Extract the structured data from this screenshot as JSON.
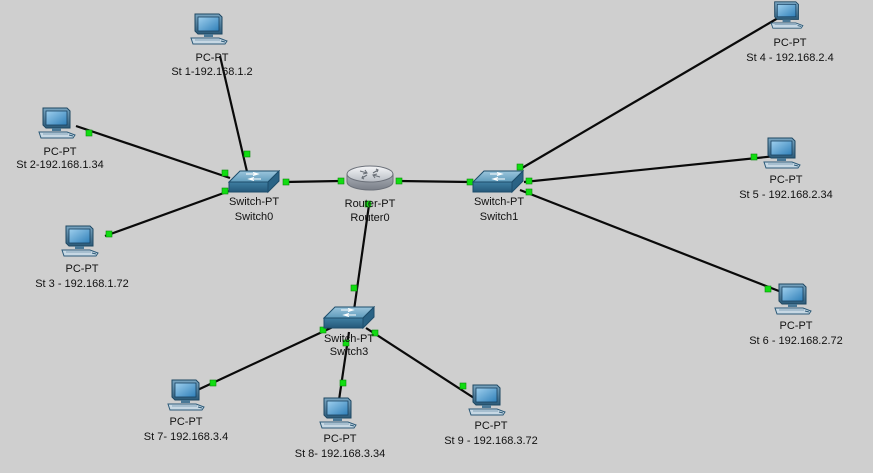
{
  "theme": {
    "background": "#f3f3f3",
    "wall": "#cfcfcf",
    "link": "#0a0a0a",
    "port_up": "#11dd11",
    "switch_body": "#4f8fb0",
    "router_body": "#c8ccd2"
  },
  "devices": {
    "router0": {
      "type": "PT router",
      "icon": "router-icon",
      "model": "Router-PT",
      "name": "Router0"
    },
    "switch0": {
      "type": "switch",
      "icon": "switch-icon",
      "model": "Switch-PT",
      "name": "Switch0"
    },
    "switch1": {
      "type": "switch",
      "icon": "switch-icon",
      "model": "Switch-PT",
      "name": "Switch1"
    },
    "switch3": {
      "type": "switch",
      "icon": "switch-icon",
      "model": "Switch-PT",
      "name": "Switch3"
    },
    "pc1": {
      "type": "pc",
      "icon": "pc-icon",
      "model": "PC-PT",
      "name": "St 1-192.168.1.2"
    },
    "pc2": {
      "type": "pc",
      "icon": "pc-icon",
      "model": "PC-PT",
      "name": "St 2-192.168.1.34"
    },
    "pc3": {
      "type": "pc",
      "icon": "pc-icon",
      "model": "PC-PT",
      "name": "St 3 - 192.168.1.72"
    },
    "pc4": {
      "type": "pc",
      "icon": "pc-icon",
      "model": "PC-PT",
      "name": "St 4 - 192.168.2.4"
    },
    "pc5": {
      "type": "pc",
      "icon": "pc-icon",
      "model": "PC-PT",
      "name": "St 5 - 192.168.2.34"
    },
    "pc6": {
      "type": "pc",
      "icon": "pc-icon",
      "model": "PC-PT",
      "name": "St 6 - 192.168.2.72"
    },
    "pc7": {
      "type": "pc",
      "icon": "pc-icon",
      "model": "PC-PT",
      "name": "St 7- 192.168.3.4"
    },
    "pc8": {
      "type": "pc",
      "icon": "pc-icon",
      "model": "PC-PT",
      "name": "St 8- 192.168.3.34"
    },
    "pc9": {
      "type": "pc",
      "icon": "pc-icon",
      "model": "PC-PT",
      "name": "St 9 - 192.168.3.72"
    }
  },
  "links": [
    {
      "from": "router0",
      "to": "switch0"
    },
    {
      "from": "router0",
      "to": "switch1"
    },
    {
      "from": "router0",
      "to": "switch3"
    },
    {
      "from": "switch0",
      "to": "pc1"
    },
    {
      "from": "switch0",
      "to": "pc2"
    },
    {
      "from": "switch0",
      "to": "pc3"
    },
    {
      "from": "switch1",
      "to": "pc4"
    },
    {
      "from": "switch1",
      "to": "pc5"
    },
    {
      "from": "switch1",
      "to": "pc6"
    },
    {
      "from": "switch3",
      "to": "pc7"
    },
    {
      "from": "switch3",
      "to": "pc8"
    },
    {
      "from": "switch3",
      "to": "pc9"
    }
  ]
}
